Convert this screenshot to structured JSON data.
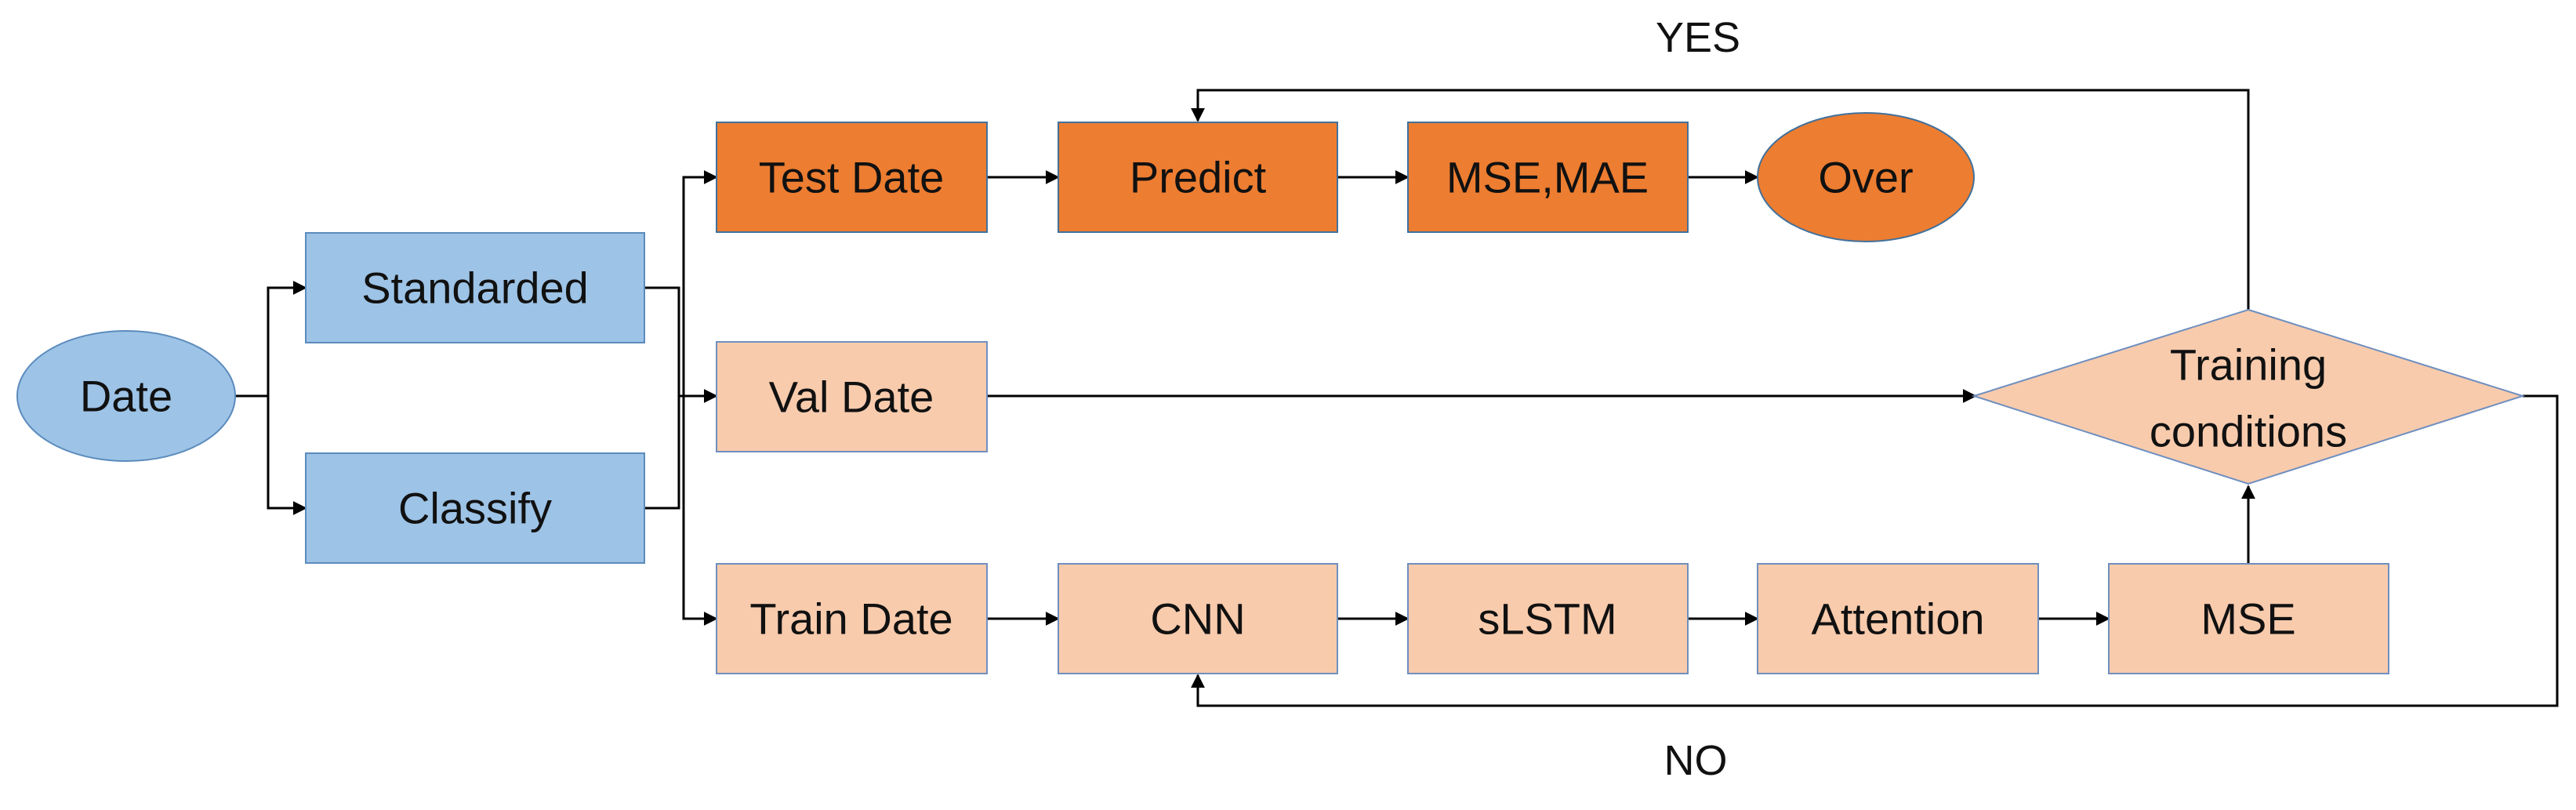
{
  "colors": {
    "blue_fill": "#9dc3e6",
    "blue_stroke": "#5b8bbd",
    "orange_fill": "#ed7d31",
    "orange_stroke": "#41719c",
    "peach_fill": "#f8cbad",
    "peach_stroke": "#6f8fbf",
    "line": "#000000"
  },
  "nodes": {
    "date": "Date",
    "standarded": "Standarded",
    "classify": "Classify",
    "test_date": "Test Date",
    "val_date": "Val Date",
    "train_date": "Train Date",
    "predict": "Predict",
    "mse_mae": "MSE,MAE",
    "over": "Over",
    "cnn": "CNN",
    "slstm": "sLSTM",
    "attention": "Attention",
    "mse": "MSE",
    "training_conditions_line1": "Training",
    "training_conditions_line2": "conditions"
  },
  "edge_labels": {
    "yes": "YES",
    "no": "NO"
  }
}
